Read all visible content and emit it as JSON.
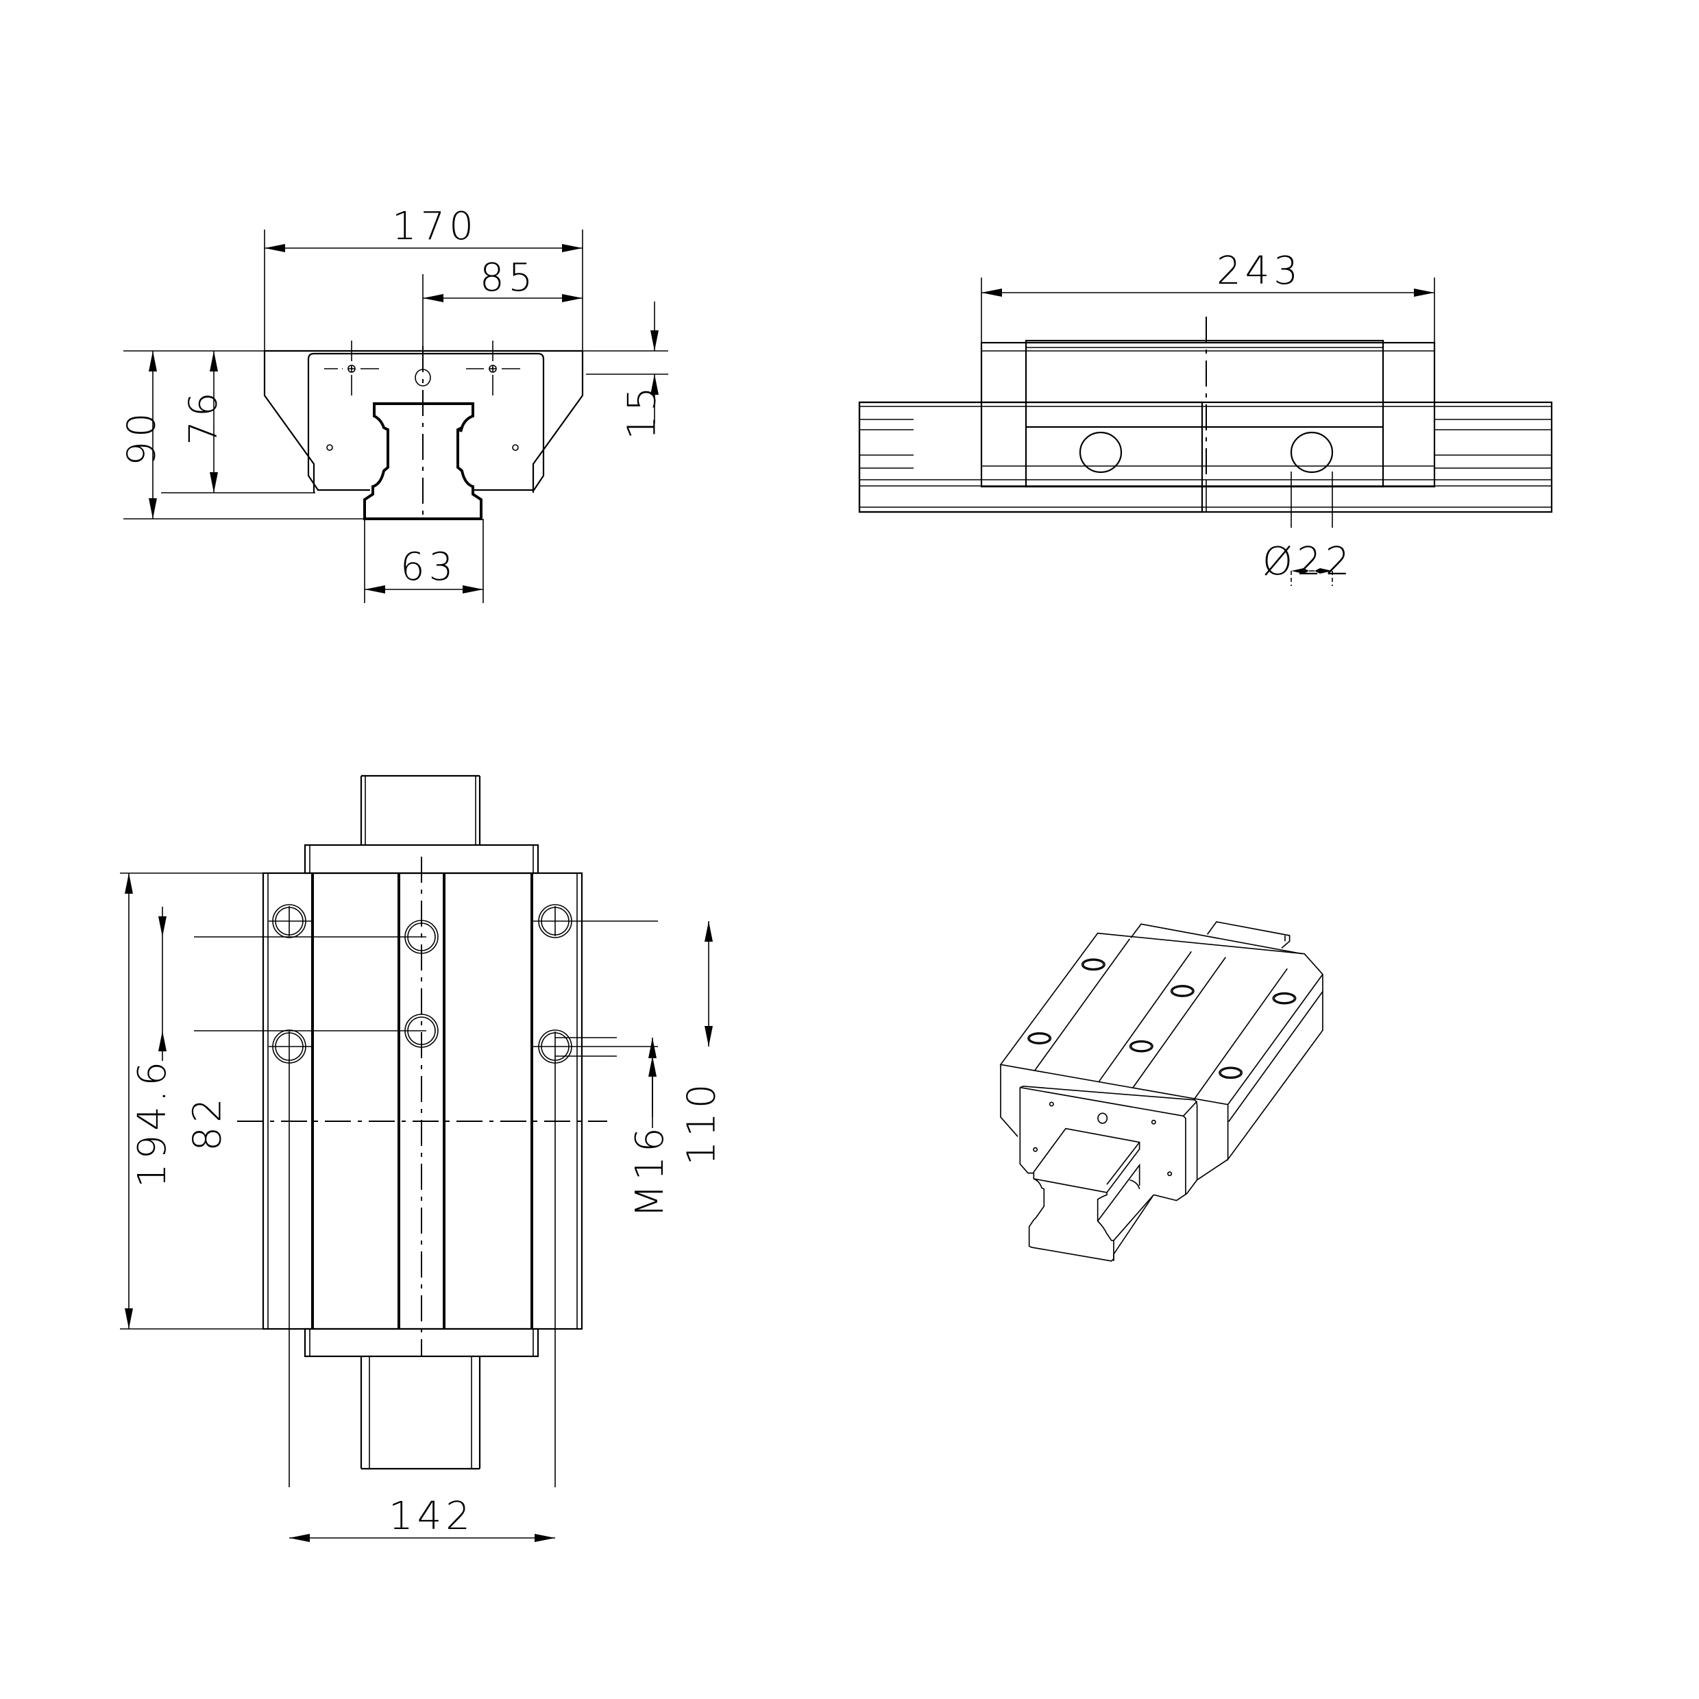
{
  "drawing": {
    "subject": "Linear guide carriage block with rail",
    "line_color": "#000000",
    "background": "#ffffff"
  },
  "views": {
    "front_view": {
      "dimensions": {
        "overall_width": "170",
        "half_width": "85",
        "overall_height": "90",
        "block_height": "76",
        "flange_thickness": "15",
        "rail_width": "63"
      }
    },
    "side_view": {
      "dimensions": {
        "block_length": "243",
        "hole_diameter": "Ø22"
      }
    },
    "top_view": {
      "dimensions": {
        "body_length": "194.6",
        "inner_hole_spacing": "82",
        "outer_hole_spacing": "110",
        "thread_size": "M16",
        "hole_pitch_width": "142"
      }
    },
    "isometric_view": {
      "label": "isometric-3d-view"
    }
  }
}
